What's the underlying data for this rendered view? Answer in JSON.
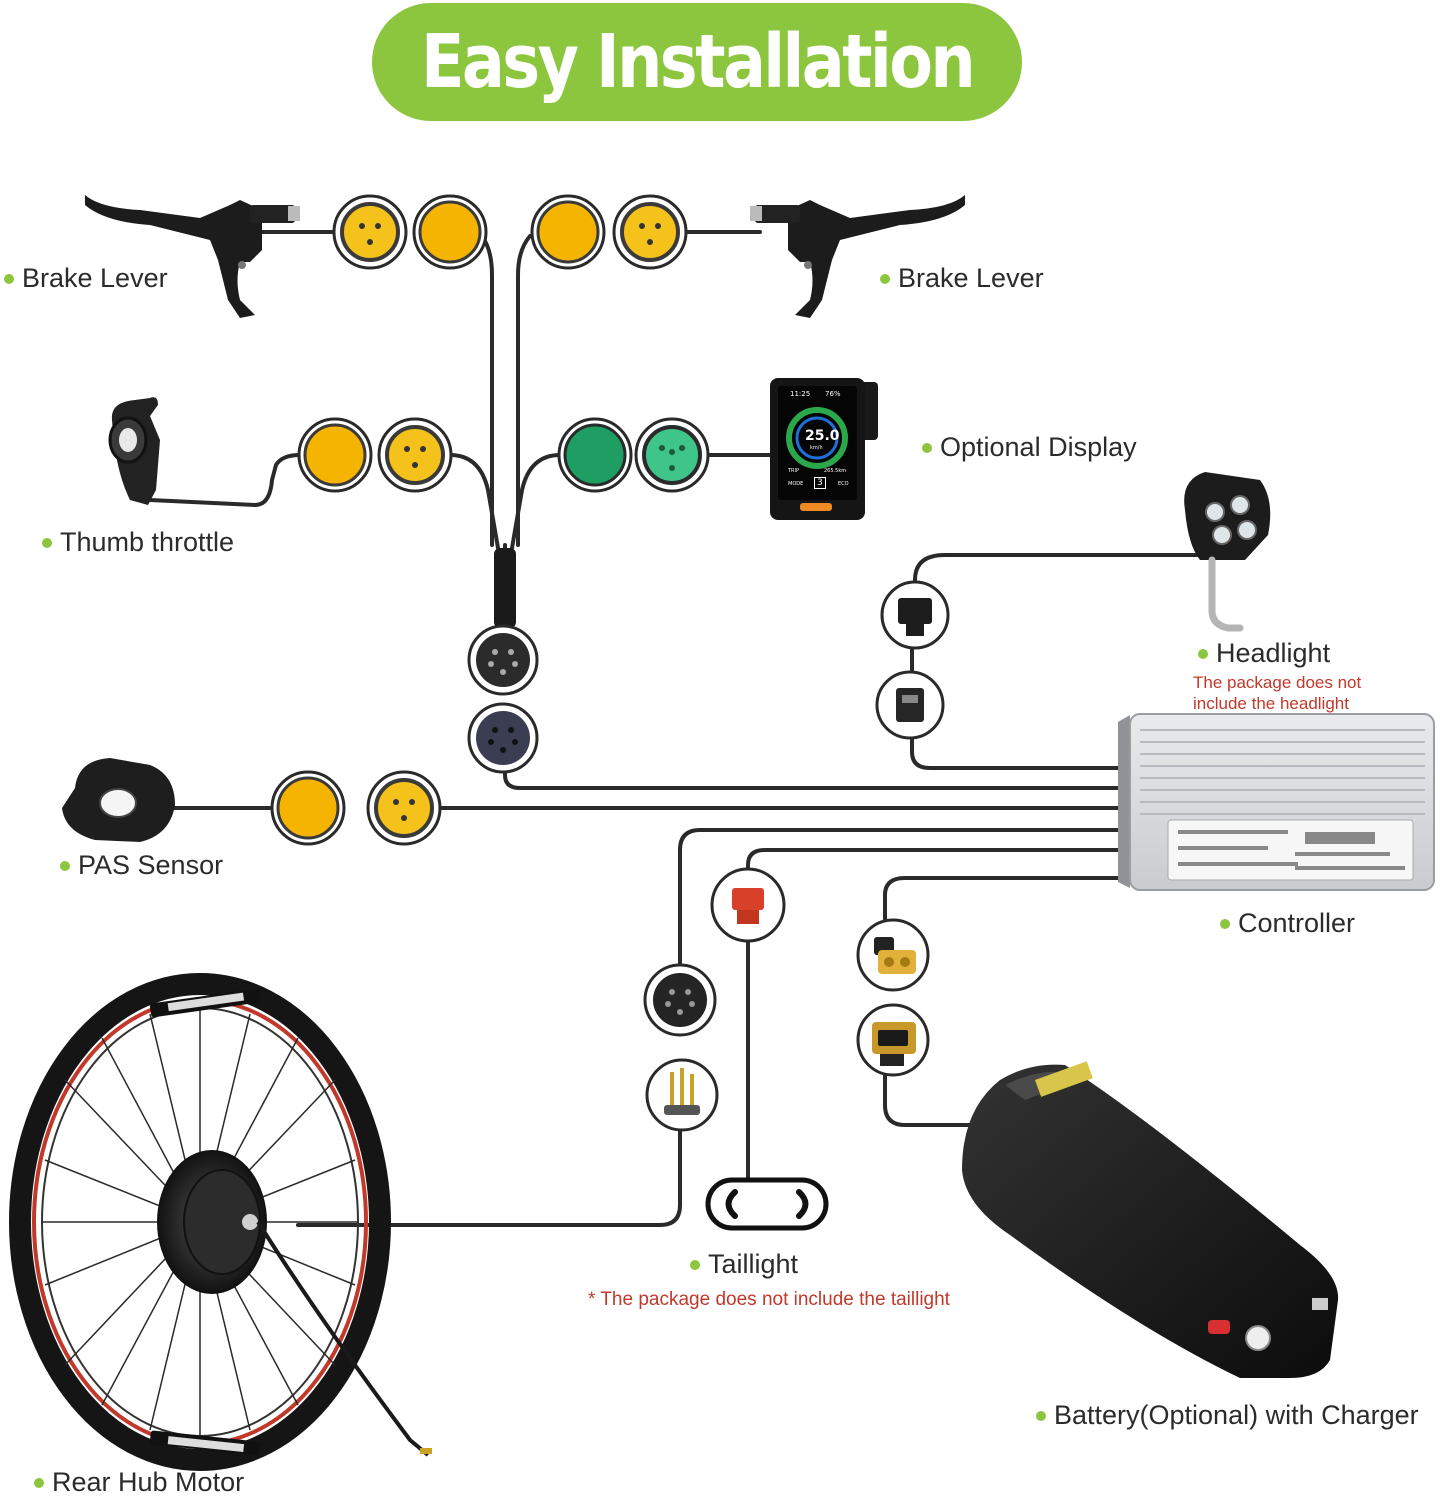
{
  "title": "Easy Installation",
  "colors": {
    "accent": "#8cc63f",
    "note": "#c0392b",
    "wire": "#2a2a2a",
    "connector_yellow": "#f4c21a",
    "connector_green": "#2eb87a"
  },
  "labels": {
    "brake_lever_left": "Brake Lever",
    "brake_lever_right": "Brake Lever",
    "thumb_throttle": "Thumb throttle",
    "optional_display": "Optional Display",
    "headlight": "Headlight",
    "pas_sensor": "PAS Sensor",
    "controller": "Controller",
    "taillight": "Taillight",
    "rear_hub_motor": "Rear Hub Motor",
    "battery": "Battery(Optional) with Charger"
  },
  "notes": {
    "headlight_line1": "The package does not",
    "headlight_line2": "include the headlight",
    "taillight": "* The package does not include the taillight"
  },
  "display_screen": {
    "time": "11:25",
    "battery": "76%",
    "speed": "25.0",
    "unit": "km/h",
    "trip_label": "TRIP",
    "trip_value": "265.5km",
    "mode_label": "MODE",
    "mode_value": "3",
    "eco_label": "ECO"
  },
  "icons": {
    "brake_lever": "brake-lever-icon",
    "thumb_throttle": "thumb-throttle-icon",
    "display": "lcd-display-icon",
    "headlight": "headlight-icon",
    "pas_sensor": "pas-sensor-icon",
    "controller": "controller-box-icon",
    "taillight": "taillight-icon",
    "hub_motor": "hub-motor-wheel-icon",
    "battery": "battery-pack-icon"
  }
}
